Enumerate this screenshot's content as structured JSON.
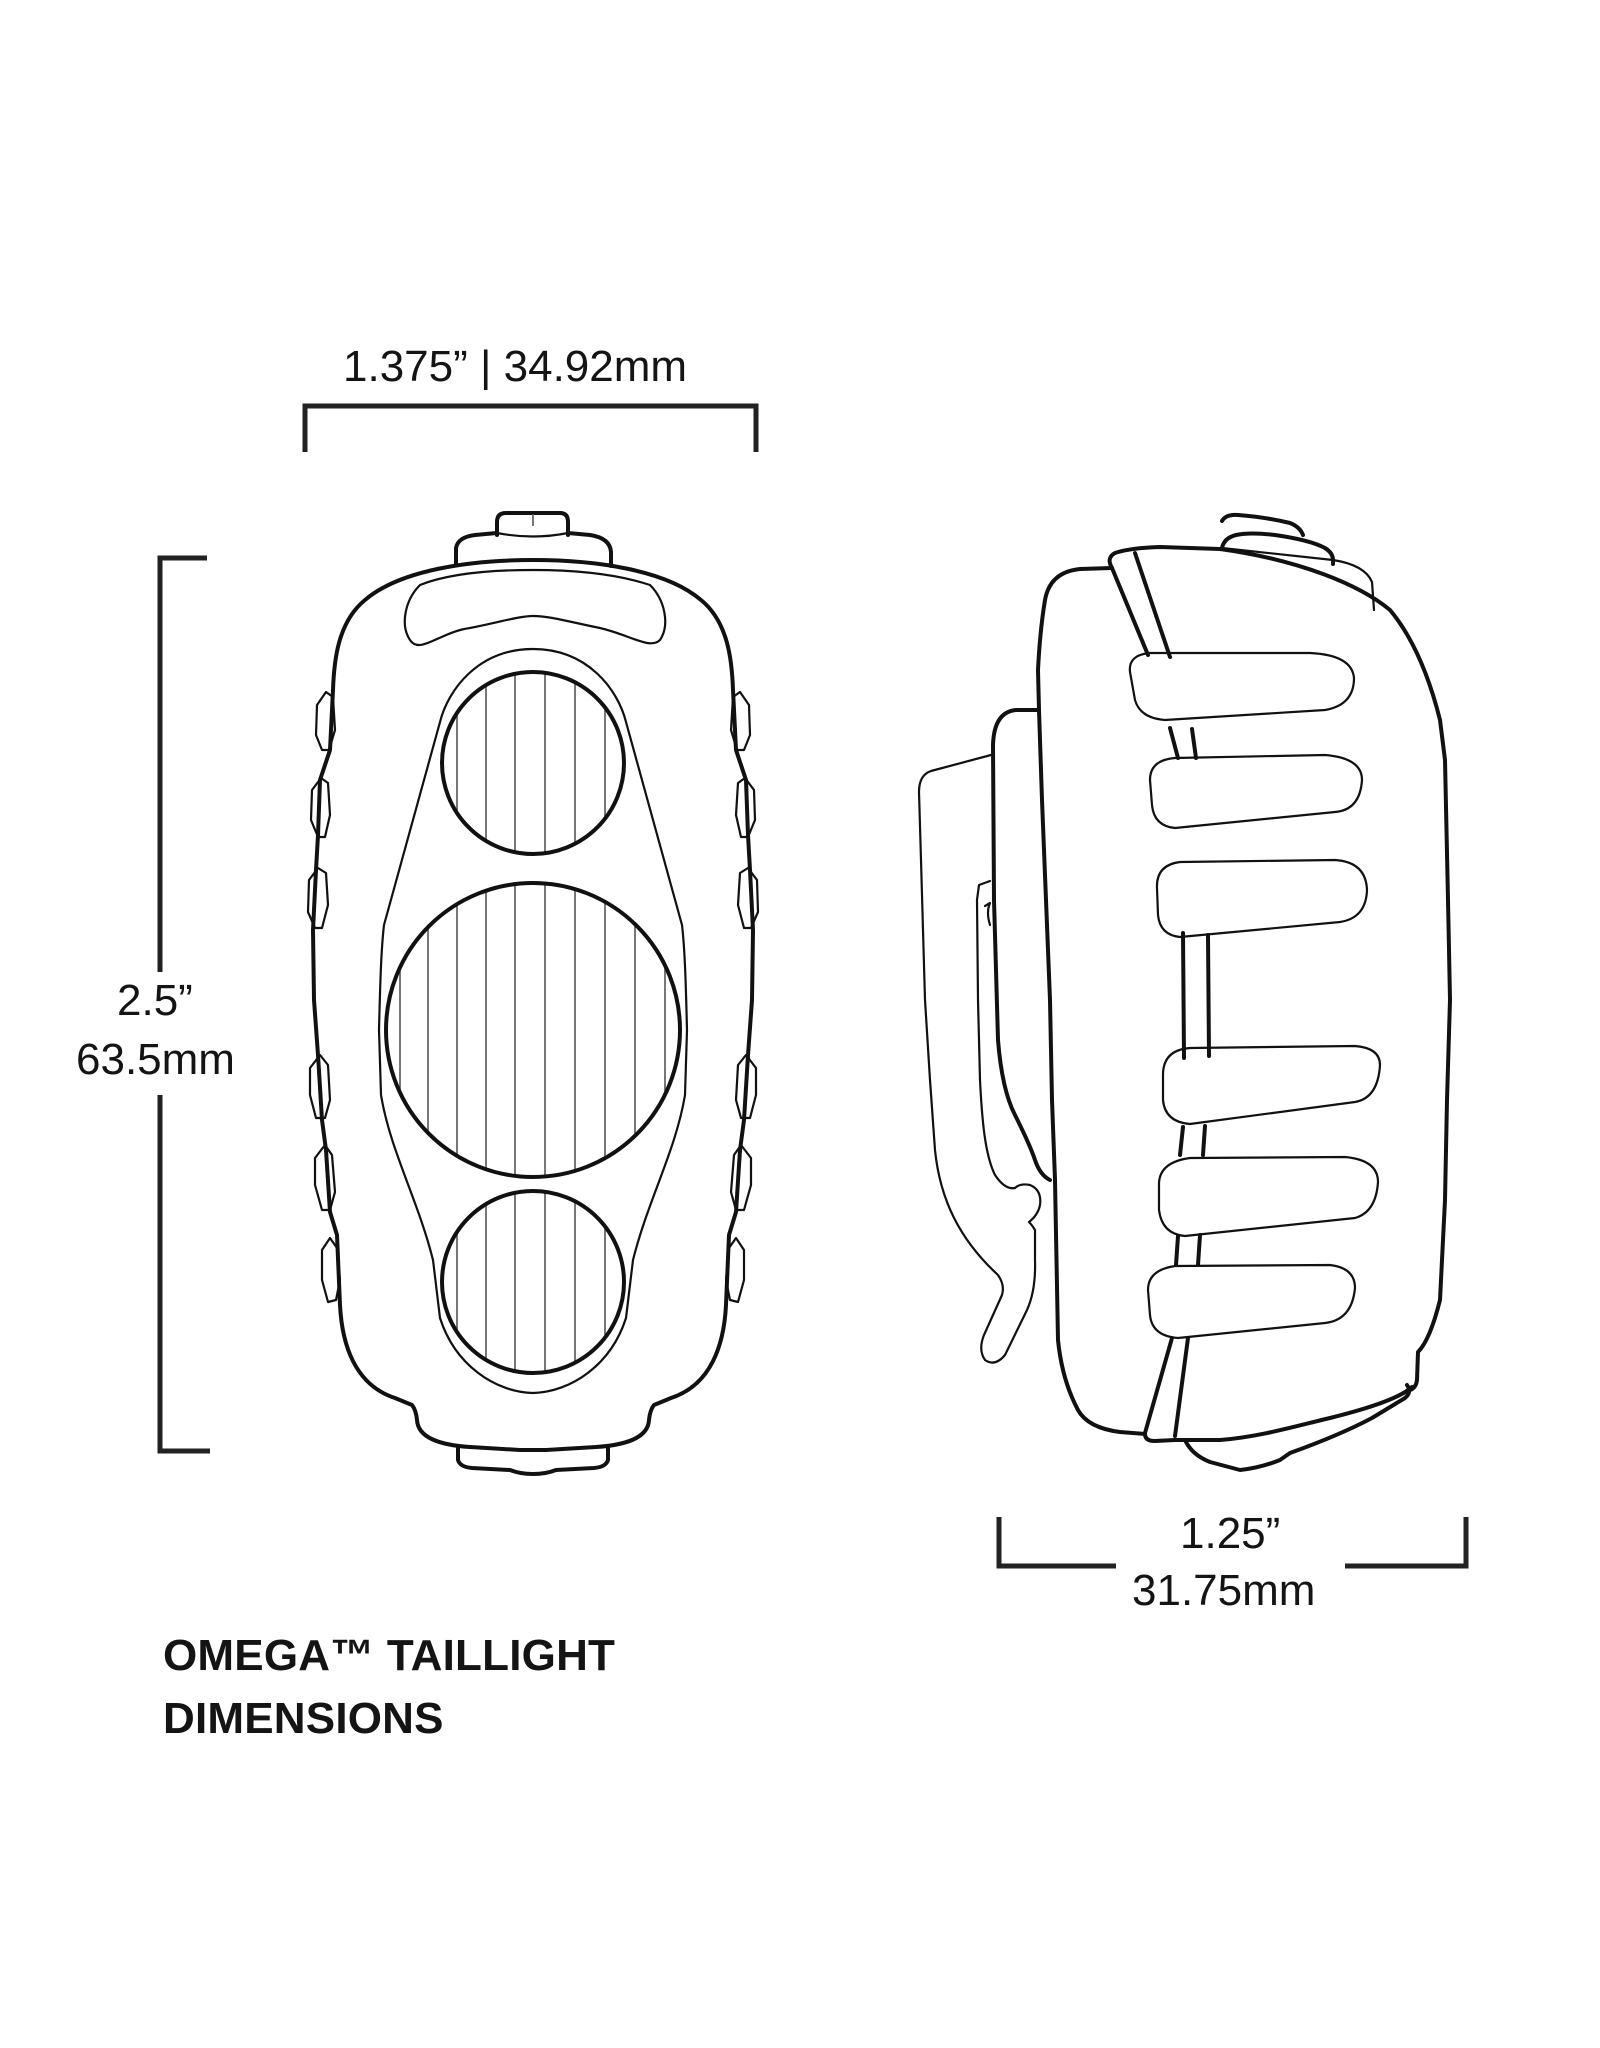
{
  "title": {
    "line1": "OMEGA™ TAILLIGHT",
    "line2": "DIMENSIONS"
  },
  "dimensions": {
    "width": {
      "label": "1.375” | 34.92mm",
      "inches": "1.375”",
      "millimeters": "34.92mm"
    },
    "height": {
      "inches": "2.5”",
      "millimeters": "63.5mm"
    },
    "depth": {
      "inches": "1.25”",
      "millimeters": "31.75mm"
    }
  },
  "views": [
    {
      "name": "front-view",
      "lenses": 3
    },
    {
      "name": "side-view",
      "grip_ribs": 6
    }
  ],
  "colors": {
    "line": "#111111",
    "background": "#ffffff"
  }
}
